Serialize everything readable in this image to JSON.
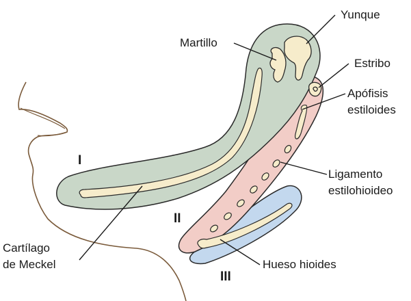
{
  "labels": {
    "yunque": "Yunque",
    "martillo": "Martillo",
    "estribo": "Estribo",
    "apofisis_line1": "Apófisis",
    "apofisis_line2": "estiloides",
    "ligamento_line1": "Ligamento",
    "ligamento_line2": "estilohioideo",
    "cartilago_line1": "Cartílago",
    "cartilago_line2": "de Meckel",
    "hueso_hioides": "Hueso hioides",
    "arch_1": "I",
    "arch_2": "II",
    "arch_3": "III"
  },
  "colors": {
    "arch_1_fill": "#c9d7c8",
    "arch_2_fill": "#f2cdc7",
    "arch_3_fill": "#c3d8ee",
    "cartilage_fill": "#f6eccb",
    "outline": "#2a2a2a",
    "profile_line": "#7a5a3a"
  }
}
